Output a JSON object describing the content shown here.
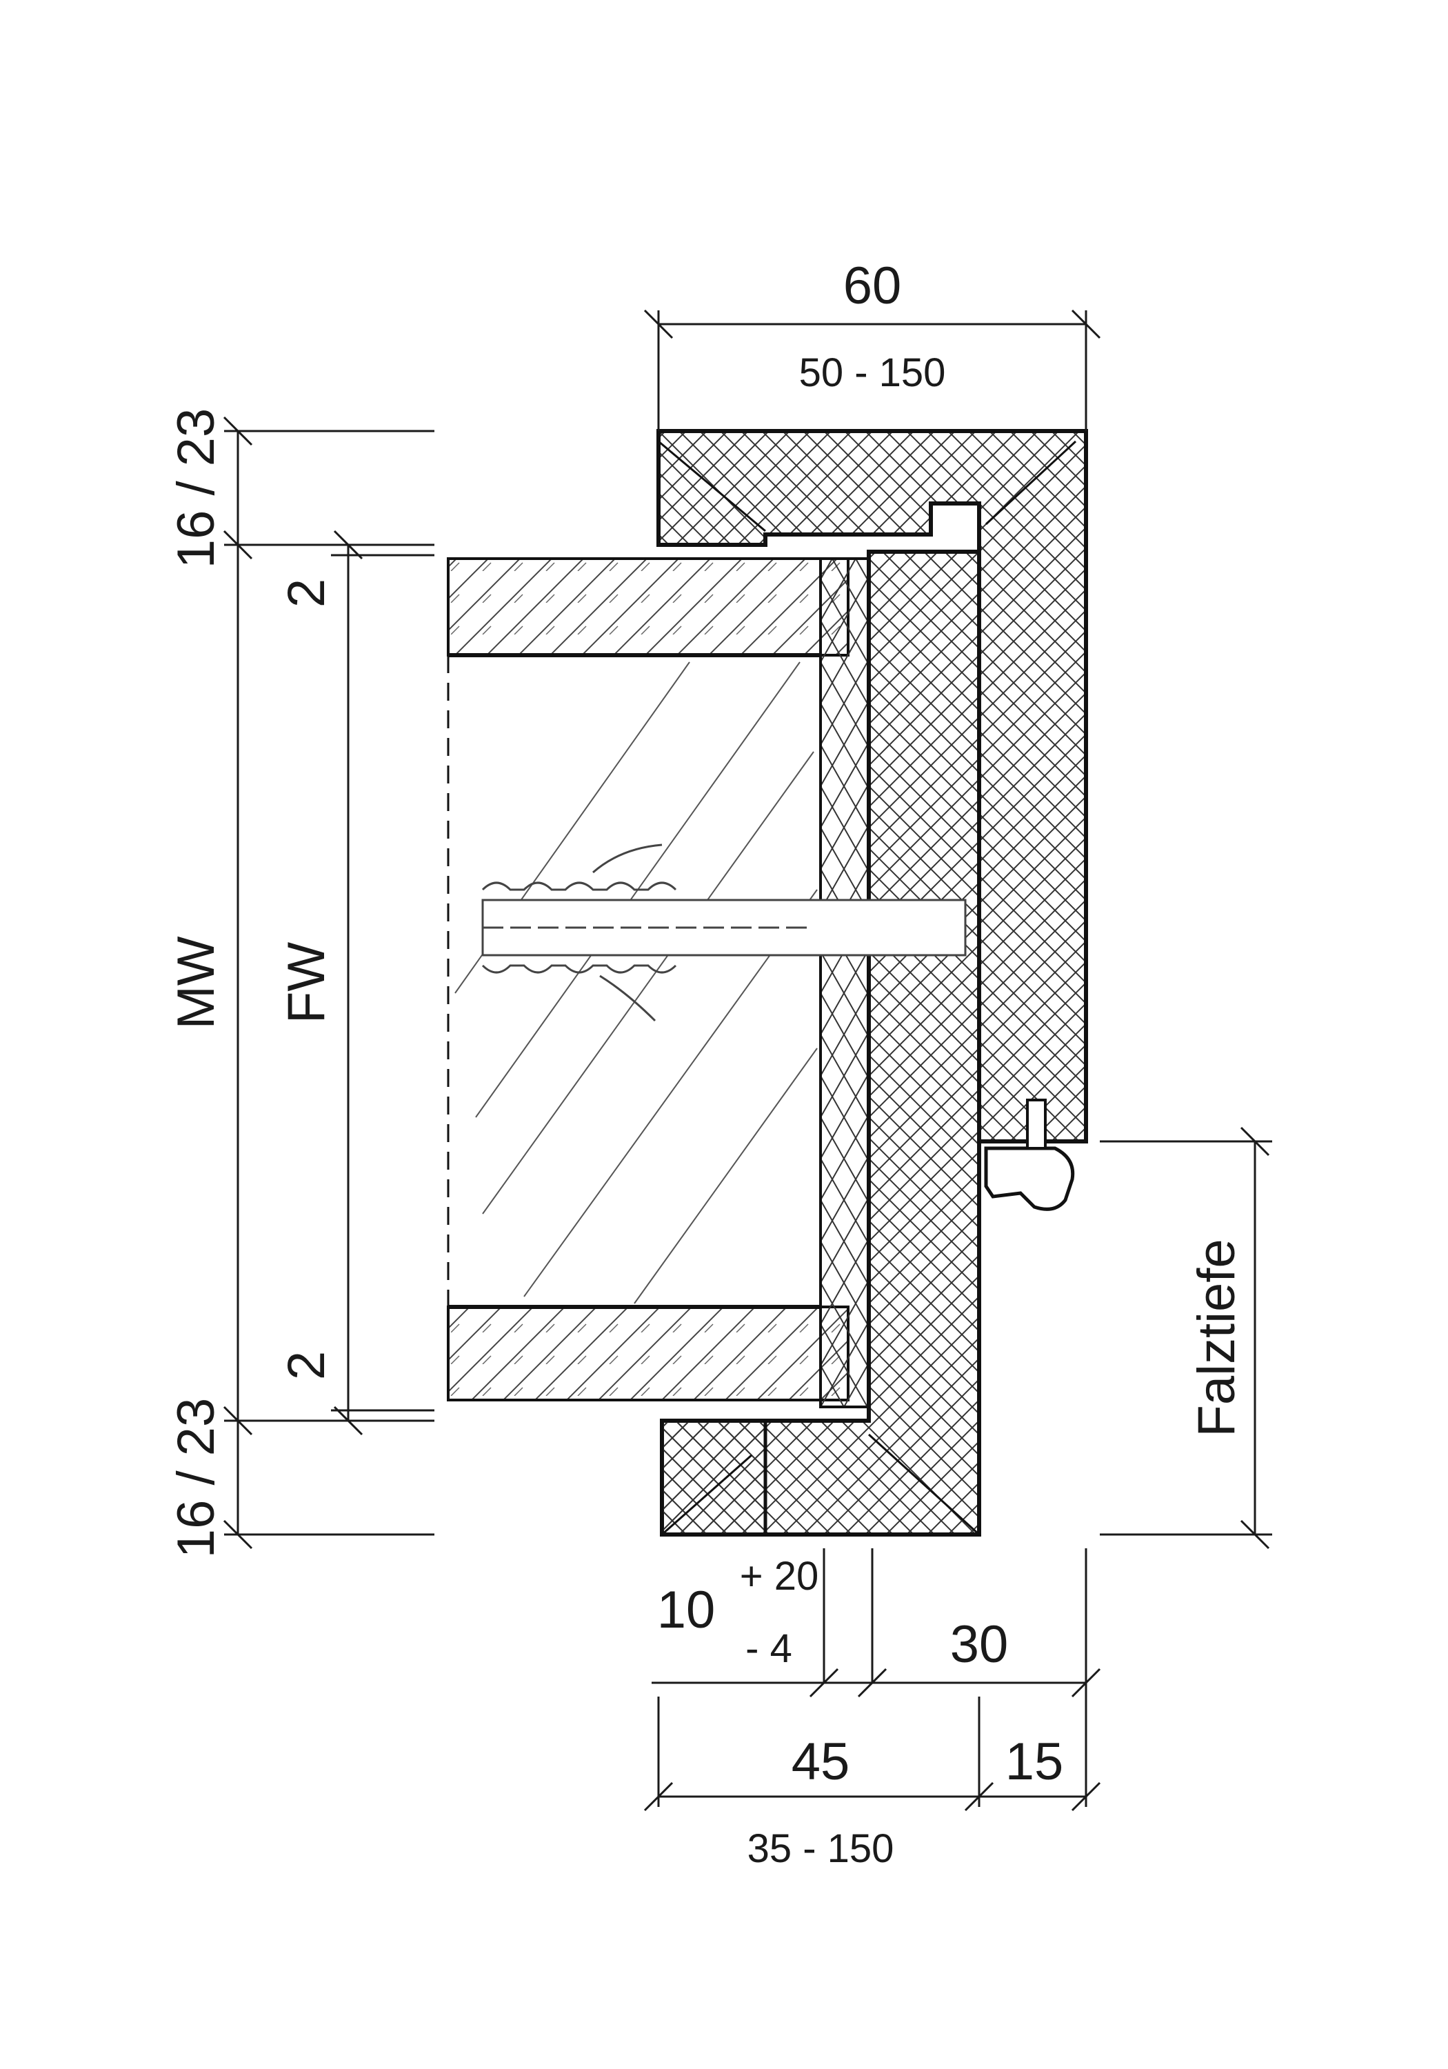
{
  "dimensions": {
    "top_width": "60",
    "top_range": "50 - 150",
    "left_top_offset": "16 / 23",
    "left_bottom_offset": "16 / 23",
    "masonry_width_label": "MW",
    "frame_width_label": "FW",
    "gap_top": "2",
    "gap_bottom": "2",
    "rebate_depth_label": "Falztiefe",
    "bottom_gap": "10",
    "tolerance_plus": "+ 20",
    "tolerance_minus": "- 4",
    "bottom_30": "30",
    "bottom_45": "45",
    "bottom_15": "15",
    "bottom_range": "35 - 150"
  }
}
